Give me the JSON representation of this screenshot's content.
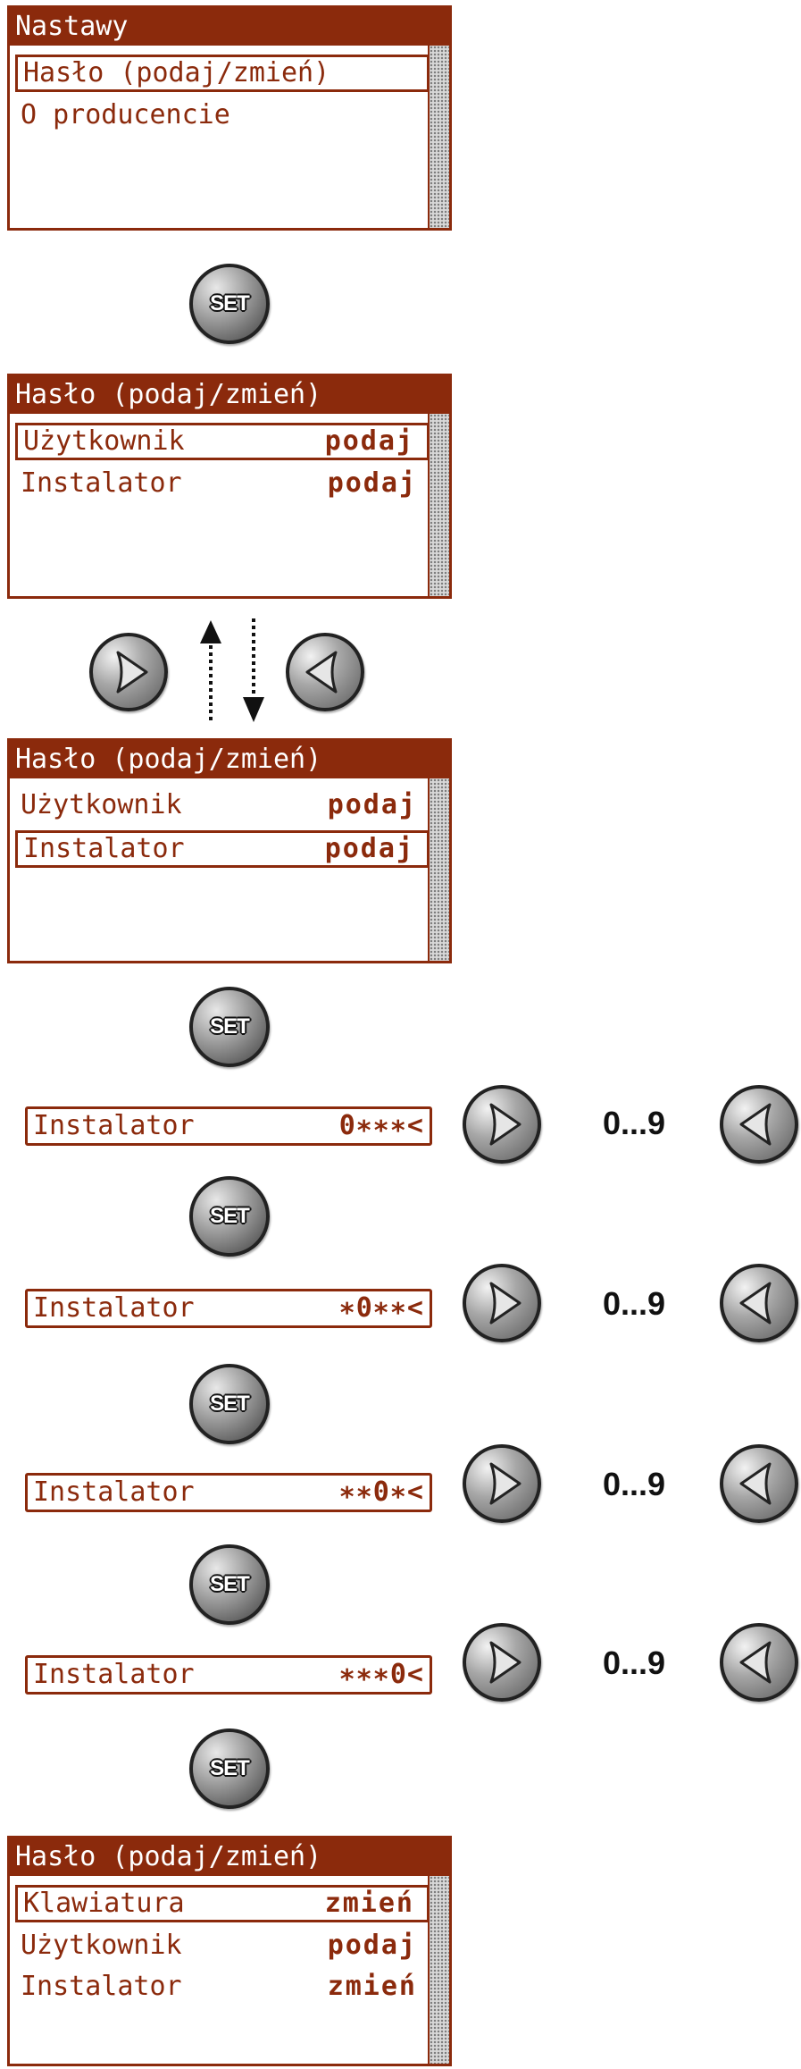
{
  "colors": {
    "accent": "#8b2a0c",
    "button": "#8a8a8a"
  },
  "screen1": {
    "title": "Nastawy",
    "rows": [
      {
        "label": "Hasło (podaj/zmień)"
      },
      {
        "label": "O producencie"
      }
    ]
  },
  "set_label": "SET",
  "screen2": {
    "title": "Hasło (podaj/zmień)",
    "rows": [
      {
        "label": "Użytkownik",
        "value": "podaj"
      },
      {
        "label": "Instalator",
        "value": "podaj"
      }
    ]
  },
  "screen3": {
    "title": "Hasło (podaj/zmień)",
    "rows": [
      {
        "label": "Użytkownik",
        "value": "podaj"
      },
      {
        "label": "Instalator",
        "value": "podaj"
      }
    ]
  },
  "entries": [
    {
      "label": "Instalator",
      "value": "0∗∗∗<"
    },
    {
      "label": "Instalator",
      "value": "∗0∗∗<"
    },
    {
      "label": "Instalator",
      "value": "∗∗0∗<"
    },
    {
      "label": "Instalator",
      "value": "∗∗∗0<"
    }
  ],
  "digit_range": "0...9",
  "screen4": {
    "title": "Hasło (podaj/zmień)",
    "rows": [
      {
        "label": "Klawiatura",
        "value": "zmień"
      },
      {
        "label": "Użytkownik",
        "value": "podaj"
      },
      {
        "label": "Instalator",
        "value": "zmień"
      }
    ]
  },
  "icons": [
    "right-arrow-button-icon",
    "left-arrow-button-icon",
    "set-button-icon",
    "up-dotted-arrow-icon",
    "down-dotted-arrow-icon"
  ]
}
